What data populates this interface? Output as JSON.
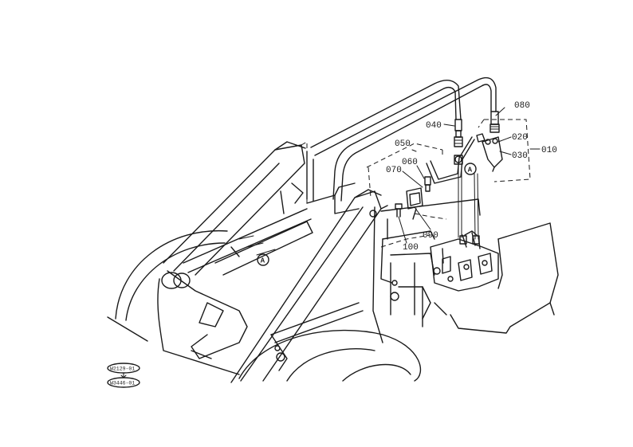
{
  "parts": [
    {
      "id": "p010",
      "label": "010"
    },
    {
      "id": "p020",
      "label": "020"
    },
    {
      "id": "p030",
      "label": "030"
    },
    {
      "id": "p040",
      "label": "040"
    },
    {
      "id": "p050",
      "label": "050"
    },
    {
      "id": "p060",
      "label": "060"
    },
    {
      "id": "p070",
      "label": "070"
    },
    {
      "id": "p080",
      "label": "080"
    },
    {
      "id": "p090",
      "label": "090"
    },
    {
      "id": "p100",
      "label": "100"
    }
  ],
  "callout_marker": "A",
  "stamps": {
    "upper": "W2129-01",
    "lower": "W3446-01"
  }
}
